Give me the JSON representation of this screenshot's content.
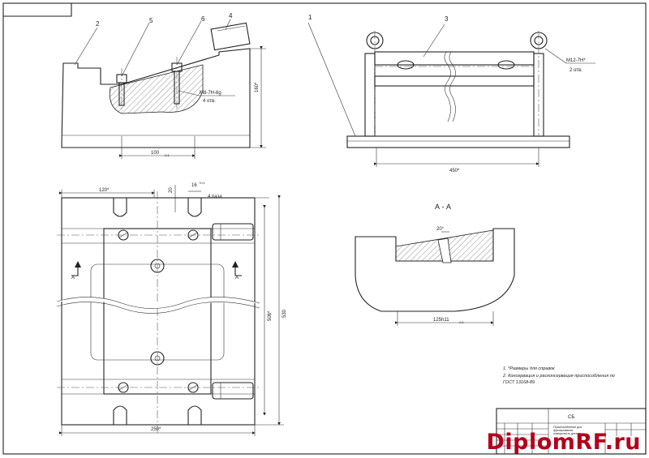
{
  "callouts": {
    "c1": "1",
    "c2": "2",
    "c3": "3",
    "c4": "4",
    "c5": "5",
    "c6": "6"
  },
  "dims": {
    "side_height": "160*",
    "side_base": "100",
    "side_base_sub": "-0.1",
    "thread_m8_line1": "M8-7H-6g",
    "thread_m8_line2": "4 отв.",
    "thread_m12_line1": "M12-7H*",
    "thread_m12_line2": "2 отв.",
    "front_width": "450*",
    "plan_top": "120*",
    "plan_slot_depth": "20",
    "plan_slot_width": "16",
    "plan_slot_width_tol": "+0.1",
    "plan_slots": "4 паза",
    "plan_506": "506*",
    "plan_530": "530",
    "plan_250": "250*",
    "section_angle": "20°",
    "section_width": "125h11",
    "section_width_sub": "-0.1"
  },
  "section": {
    "title": "А - А",
    "arrow_left": "А",
    "arrow_right": "А"
  },
  "notes": {
    "line1": "1. *Размеры для справок",
    "line2": "2. Консервация и расконсервация приспособления по",
    "line3": "ГОСТ 13168-89"
  },
  "title_block": {
    "doc_code": "СБ",
    "name_line1": "Приспособление для",
    "name_line2": "фрезерования",
    "name_line3": "поверхность детали"
  },
  "watermark": "DiplomRF.ru",
  "colors": {
    "ink": "#222222",
    "watermark": "#b3001b"
  }
}
